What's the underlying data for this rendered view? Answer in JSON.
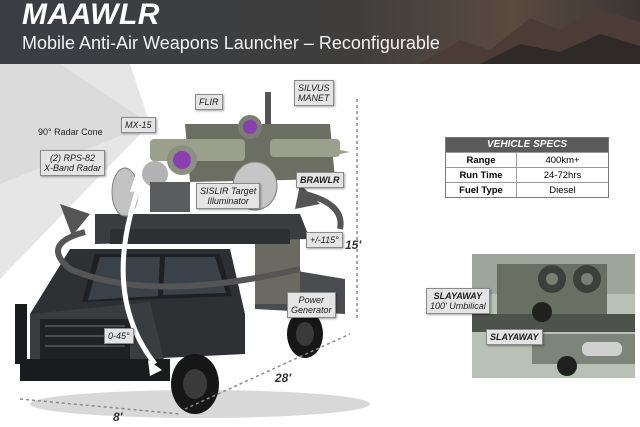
{
  "header": {
    "title": "MAAWLR",
    "subtitle": "Mobile Anti-Air Weapons Launcher – Reconfigurable"
  },
  "callouts": {
    "radar_cone": "90° Radar Cone",
    "rps82_line1": "(2) RPS-82",
    "rps82_line2": "X-Band Radar",
    "mx15": "MX-15",
    "flir": "FLIR",
    "silvus_line1": "SILVUS",
    "silvus_line2": "MANET",
    "brawlr": "BRAWLR",
    "sislir_line1": "SISLIR Target",
    "sislir_line2": "Illuminator",
    "azimuth": "+/-115°",
    "elevation": "0-45°",
    "power_line1": "Power",
    "power_line2": "Generator",
    "slayaway_line1": "SLAYAWAY",
    "slayaway_line2": "100' Umbilical",
    "slayaway": "SLAYAWAY"
  },
  "dimensions": {
    "height": "15'",
    "length": "28'",
    "width": "8'"
  },
  "specs": {
    "heading": "VEHICLE SPECS",
    "rows": [
      {
        "label": "Range",
        "value": "400km+"
      },
      {
        "label": "Run Time",
        "value": "24-72hrs"
      },
      {
        "label": "Fuel Type",
        "value": "Diesel"
      }
    ]
  },
  "colors": {
    "header_bg": "#3f3e3d",
    "spec_header": "#5a5a5a",
    "sensor_purple": "#8a3fb0",
    "truck_body": "#2e3033"
  }
}
